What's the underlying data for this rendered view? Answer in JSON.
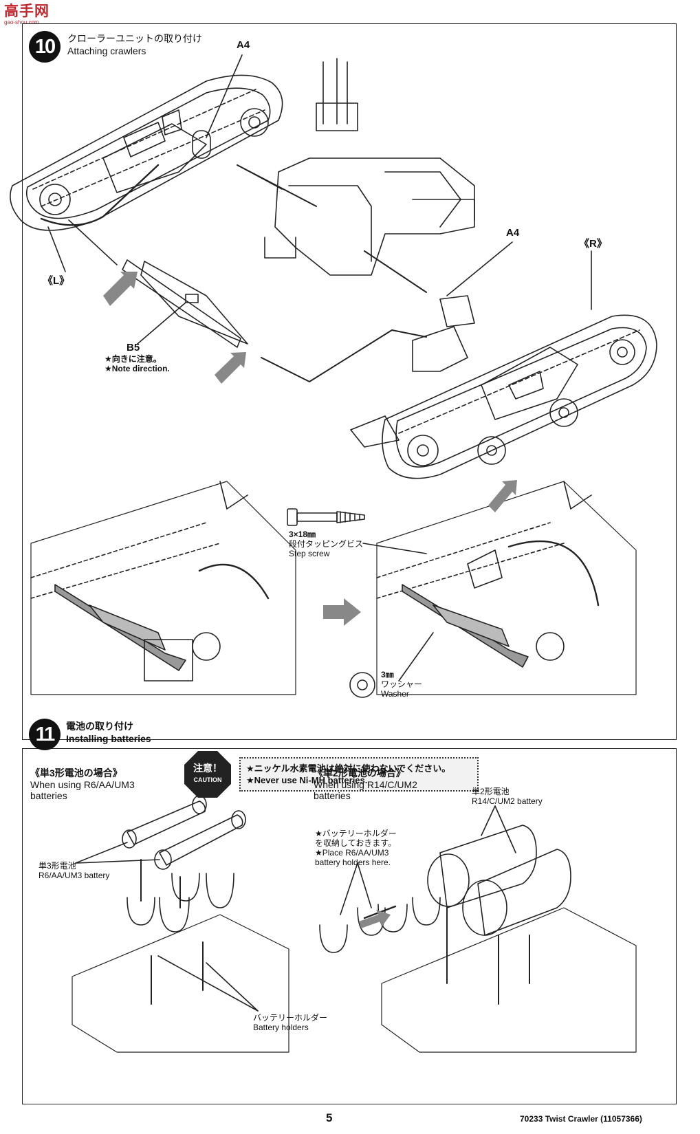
{
  "watermark": {
    "main": "高手网",
    "sub": "gao-shou.com"
  },
  "step10": {
    "number": "10",
    "title_ja": "クローラーユニットの取り付け",
    "title_en": "Attaching crawlers",
    "label_a4_top": "A4",
    "label_a4_right": "A4",
    "label_left": "《L》",
    "label_right": "《R》",
    "label_b5": "B5",
    "note_ja": "★向きに注意。",
    "note_en": "★Note direction.",
    "screw_size": "3×18㎜",
    "screw_ja": "段付タッピングビス",
    "screw_en": "Step screw",
    "washer_size": "3㎜",
    "washer_ja": "ワッシャー",
    "washer_en": "Washer"
  },
  "step11": {
    "number": "11",
    "title_ja": "電池の取り付け",
    "title_en": "Installing batteries",
    "caution_ja": "注意！",
    "caution_en": "CAUTION",
    "caution_line1": "★ニッケル水素電池は絶対に使わないでください。",
    "caution_line2": "★Never use Ni-MH batteries.",
    "left_heading_ja": "《単3形電池の場合》",
    "left_heading_en1": "When using R6/AA/UM3",
    "left_heading_en2": "batteries",
    "left_battery_ja": "単3形電池",
    "left_battery_en": "R6/AA/UM3 battery",
    "holders_ja": "バッテリーホルダー",
    "holders_en": "Battery holders",
    "right_heading_ja": "《単2形電池の場合》",
    "right_heading_en1": "When using R14/C/UM2",
    "right_heading_en2": "batteries",
    "right_battery_ja": "単2形電池",
    "right_battery_en": "R14/C/UM2 battery",
    "place_ja1": "★バッテリーホルダー",
    "place_ja2": "を収納しておきます。",
    "place_en1": "★Place R6/AA/UM3",
    "place_en2": "battery holders here."
  },
  "footer": {
    "page_number": "5",
    "product": "70233  Twist Crawler (11057366)"
  }
}
